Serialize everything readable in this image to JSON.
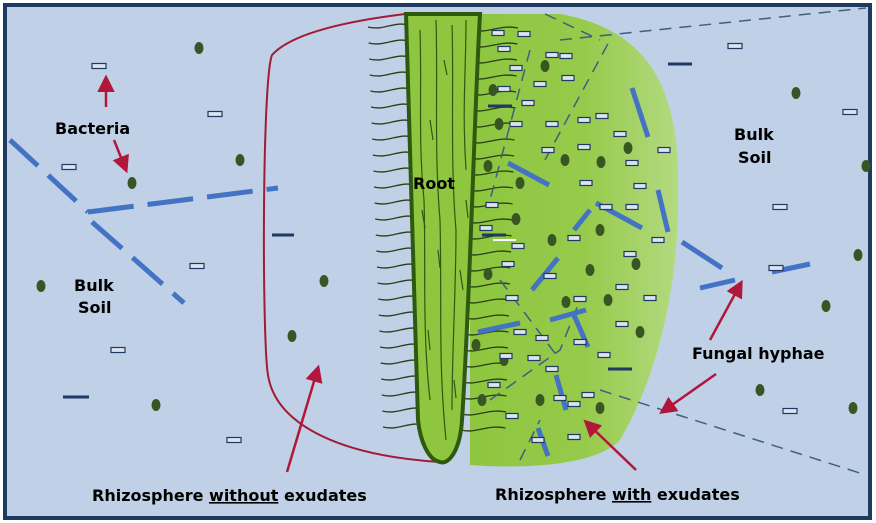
{
  "labels": {
    "bacteria": "Bacteria",
    "root": "Root",
    "bulk_soil_left_1": "Bulk",
    "bulk_soil_left_2": "Soil",
    "bulk_soil_right_1": "Bulk",
    "bulk_soil_right_2": "Soil",
    "fungal_hyphae": "Fungal hyphae",
    "rhizo_without_a": "Rhizosphere ",
    "rhizo_without_b": "without",
    "rhizo_without_c": " exudates",
    "rhizo_with_a": "Rhizosphere ",
    "rhizo_with_b": "with",
    "rhizo_with_c": " exudates"
  },
  "colors": {
    "soil": "#c0d0e6",
    "frame": "#1f3a60",
    "root_fill": "#8ec63f",
    "root_outline": "#2d5a0f",
    "root_hair": "#2a3f12",
    "exudate_light": "#a3d368",
    "hyphae": "#4472c4",
    "hyphae_thin": "#3e5f80",
    "bacteria_dot": "#375623",
    "bacteria_rod": "#1f3864",
    "arrow": "#b0173a",
    "boundary": "#a01c36"
  }
}
